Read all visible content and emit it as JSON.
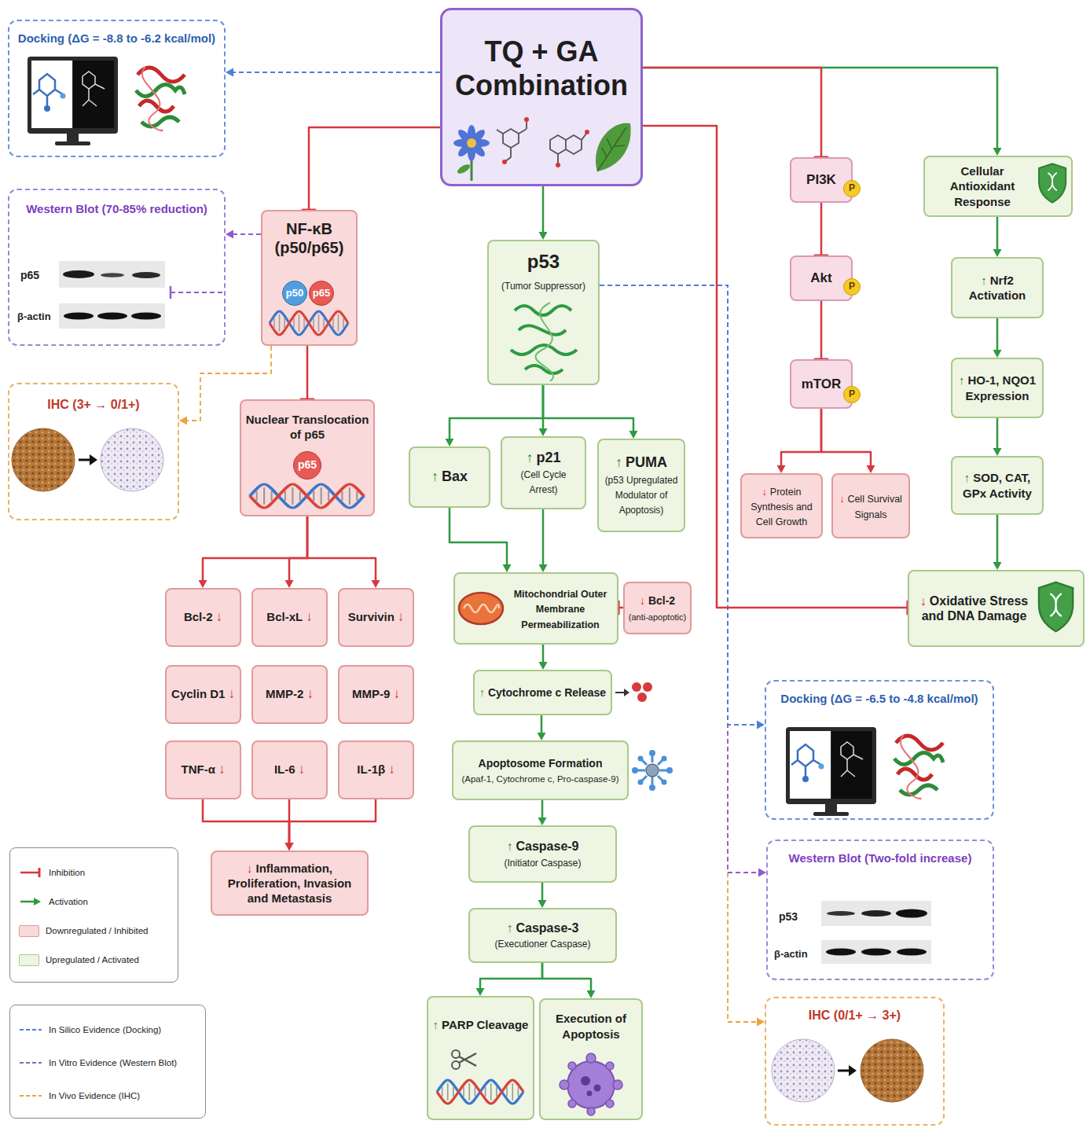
{
  "diagram": {
    "nodes": [
      {
        "text": [
          "TQ + GA Combination"
        ]
      },
      {
        "text": [
          "Docking (ΔG = -8.8 to -6.2 kcal/mol)"
        ]
      },
      {
        "text": [
          "Western Blot (70-85% reduction)",
          "p65",
          "β-actin"
        ]
      },
      {
        "text": [
          "IHC (3+ → 0/1+)"
        ]
      },
      {
        "text": [
          "NF-κB (p50/p65)",
          "p50",
          "p65"
        ]
      },
      {
        "text": [
          "Nuclear Translocation of p65",
          "p65"
        ]
      },
      {
        "text": [
          "Bcl-2",
          "↓"
        ]
      },
      {
        "text": [
          "Bcl-xL",
          "↓"
        ]
      },
      {
        "text": [
          "Survivin",
          "↓"
        ]
      },
      {
        "text": [
          "Cyclin D1",
          "↓"
        ]
      },
      {
        "text": [
          "MMP-2",
          "↓"
        ]
      },
      {
        "text": [
          "MMP-9",
          "↓"
        ]
      },
      {
        "text": [
          "TNF-α",
          "↓"
        ]
      },
      {
        "text": [
          "IL-6",
          "↓"
        ]
      },
      {
        "text": [
          "IL-1β",
          "↓"
        ]
      },
      {
        "text": [
          "↓",
          "Inflammation, Proliferation, Invasion and Metastasis"
        ]
      },
      {
        "text": [
          "p53",
          "(Tumor Suppressor)"
        ]
      },
      {
        "text": [
          "↑",
          "Bax"
        ]
      },
      {
        "text": [
          "↑",
          "p21",
          "(Cell Cycle Arrest)"
        ]
      },
      {
        "text": [
          "↑",
          "PUMA",
          "(p53 Upregulated Modulator of Apoptosis)"
        ]
      },
      {
        "text": [
          "Mitochondrial Outer Membrane Permeabilization"
        ]
      },
      {
        "text": [
          "↓",
          "Bcl-2",
          "(anti-apoptotic)"
        ]
      },
      {
        "text": [
          "↑",
          "Cytochrome c Release"
        ]
      },
      {
        "text": [
          "Apoptosome Formation",
          "(Apaf-1, Cytochrome c, Pro-caspase-9)"
        ]
      },
      {
        "text": [
          "↑",
          "Caspase-9",
          "(Initiator Caspase)"
        ]
      },
      {
        "text": [
          "↑",
          "Caspase-3",
          "(Executioner Caspase)"
        ]
      },
      {
        "text": [
          "↑",
          "PARP Cleavage"
        ]
      },
      {
        "text": [
          "Execution of Apoptosis"
        ]
      },
      {
        "text": [
          "PI3K",
          "P"
        ]
      },
      {
        "text": [
          "Akt",
          "P"
        ]
      },
      {
        "text": [
          "mTOR",
          "P"
        ]
      },
      {
        "text": [
          "↓",
          "Protein Synthesis and Cell Growth"
        ]
      },
      {
        "text": [
          "↓",
          "Cell Survival Signals"
        ]
      },
      {
        "text": [
          "Cellular Antioxidant Response"
        ]
      },
      {
        "text": [
          "↑",
          "Nrf2 Activation"
        ]
      },
      {
        "text": [
          "↑",
          "HO-1, NQO1 Expression"
        ]
      },
      {
        "text": [
          "↑",
          "SOD, CAT, GPx Activity"
        ]
      },
      {
        "text": [
          "↓",
          "Oxidative Stress and DNA Damage"
        ]
      },
      {
        "text": [
          "Docking (ΔG = -6.5 to -4.8 kcal/mol)"
        ]
      },
      {
        "text": [
          "Western Blot (Two-fold increase)",
          "p53",
          "β-actin"
        ]
      },
      {
        "text": [
          "IHC (0/1+ → 3+)"
        ]
      }
    ],
    "edges": [
      {
        "from": 0,
        "to": 1,
        "arrow": "to"
      },
      {
        "from": 0,
        "to": 4,
        "arrow": "to"
      },
      {
        "from": 4,
        "to": 2,
        "arrow": "to"
      },
      {
        "from": 4,
        "to": 3,
        "arrow": "to"
      },
      {
        "from": 4,
        "to": 5,
        "arrow": "to"
      },
      {
        "from": 5,
        "to": 6,
        "arrow": "to"
      },
      {
        "from": 5,
        "to": 7,
        "arrow": "to"
      },
      {
        "from": 5,
        "to": 8,
        "arrow": "to"
      },
      {
        "from": 12,
        "to": 15,
        "arrow": "to"
      },
      {
        "from": 13,
        "to": 15,
        "arrow": "to"
      },
      {
        "from": 14,
        "to": 15,
        "arrow": "to"
      },
      {
        "from": 0,
        "to": 16,
        "arrow": "to"
      },
      {
        "from": 16,
        "to": 17,
        "arrow": "to"
      },
      {
        "from": 16,
        "to": 18,
        "arrow": "to"
      },
      {
        "from": 16,
        "to": 19,
        "arrow": "to"
      },
      {
        "from": 17,
        "to": 20,
        "arrow": "to"
      },
      {
        "from": 18,
        "to": 20,
        "arrow": "to"
      },
      {
        "from": 21,
        "to": 20,
        "arrow": "to"
      },
      {
        "from": 20,
        "to": 22,
        "arrow": "to"
      },
      {
        "from": 22,
        "to": 23,
        "arrow": "to"
      },
      {
        "from": 23,
        "to": 24,
        "arrow": "to"
      },
      {
        "from": 24,
        "to": 25,
        "arrow": "to"
      },
      {
        "from": 25,
        "to": 26,
        "arrow": "to"
      },
      {
        "from": 25,
        "to": 27,
        "arrow": "to"
      },
      {
        "from": 0,
        "to": 28,
        "arrow": "to"
      },
      {
        "from": 28,
        "to": 29,
        "arrow": "to"
      },
      {
        "from": 29,
        "to": 30,
        "arrow": "to"
      },
      {
        "from": 30,
        "to": 31,
        "arrow": "to"
      },
      {
        "from": 30,
        "to": 32,
        "arrow": "to"
      },
      {
        "from": 0,
        "to": 33,
        "arrow": "to"
      },
      {
        "from": 33,
        "to": 34,
        "arrow": "to"
      },
      {
        "from": 34,
        "to": 35,
        "arrow": "to"
      },
      {
        "from": 35,
        "to": 36,
        "arrow": "to"
      },
      {
        "from": 36,
        "to": 37,
        "arrow": "to"
      },
      {
        "from": 0,
        "to": 37,
        "arrow": "to"
      },
      {
        "from": 16,
        "to": 38,
        "arrow": "to"
      },
      {
        "from": 16,
        "to": 39,
        "arrow": "to"
      },
      {
        "from": 16,
        "to": 40,
        "arrow": "to"
      }
    ],
    "legend": [
      {
        "text": "Inhibition"
      },
      {
        "text": "Activation"
      },
      {
        "text": "Downregulated / Inhibited",
        "color": "#f9d9d9"
      },
      {
        "text": "Upregulated / Activated",
        "color": "#eef5e3"
      },
      {
        "text": "In Silico Evidence (Docking)"
      },
      {
        "text": "In Vitro Evidence (Western Blot)"
      },
      {
        "text": "In Vivo Evidence (IHC)"
      }
    ]
  }
}
